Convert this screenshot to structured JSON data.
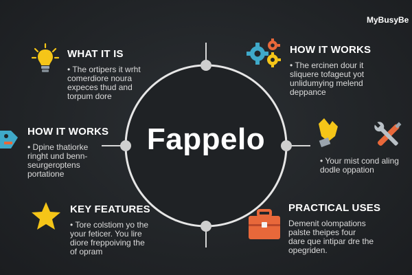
{
  "brand": "MyBusyBe",
  "center_title": "Fappelo",
  "sections": {
    "what": {
      "heading": "WHAT IT IS",
      "body": "The ortipers it wrht\ncomerdiore noura\nexpeces thud and\ntorpum dore"
    },
    "how_right": {
      "heading": "HOW IT WORKS",
      "body": "The ercinen dour it\nsliquere tofageut yot\nunlidumying melend\ndeppance"
    },
    "how_left": {
      "heading": "HOW IT WORKS",
      "body": "Dpine thatiorke\nringht und benn-\nseurgeroptens\nportatione"
    },
    "mid_right": {
      "body": "Your mist cond aling\ndodle oppation"
    },
    "key": {
      "heading": "KEY FEATURES",
      "body": "Tore colstiom yo  the\nyour feticer. You lire\ndiore freppoiving the\nof opram"
    },
    "uses": {
      "heading": "PRACTICAL USES",
      "body": "Demenit olompations\npalste theipes four\ndare que intipar dre the\nopegriden."
    }
  },
  "icons": {
    "what": "lightbulb-icon",
    "how_right": "gears-icon",
    "how_left": "tag-icon",
    "mid_right_1": "hand-icon",
    "mid_right_2": "wrench-screwdriver-icon",
    "key": "star-icon",
    "uses": "toolbox-icon"
  },
  "colors": {
    "background": "#212427",
    "accent_yellow": "#f5c518",
    "accent_orange": "#e8683a",
    "accent_blue": "#3fa9c9",
    "line": "#d8d8d8"
  }
}
